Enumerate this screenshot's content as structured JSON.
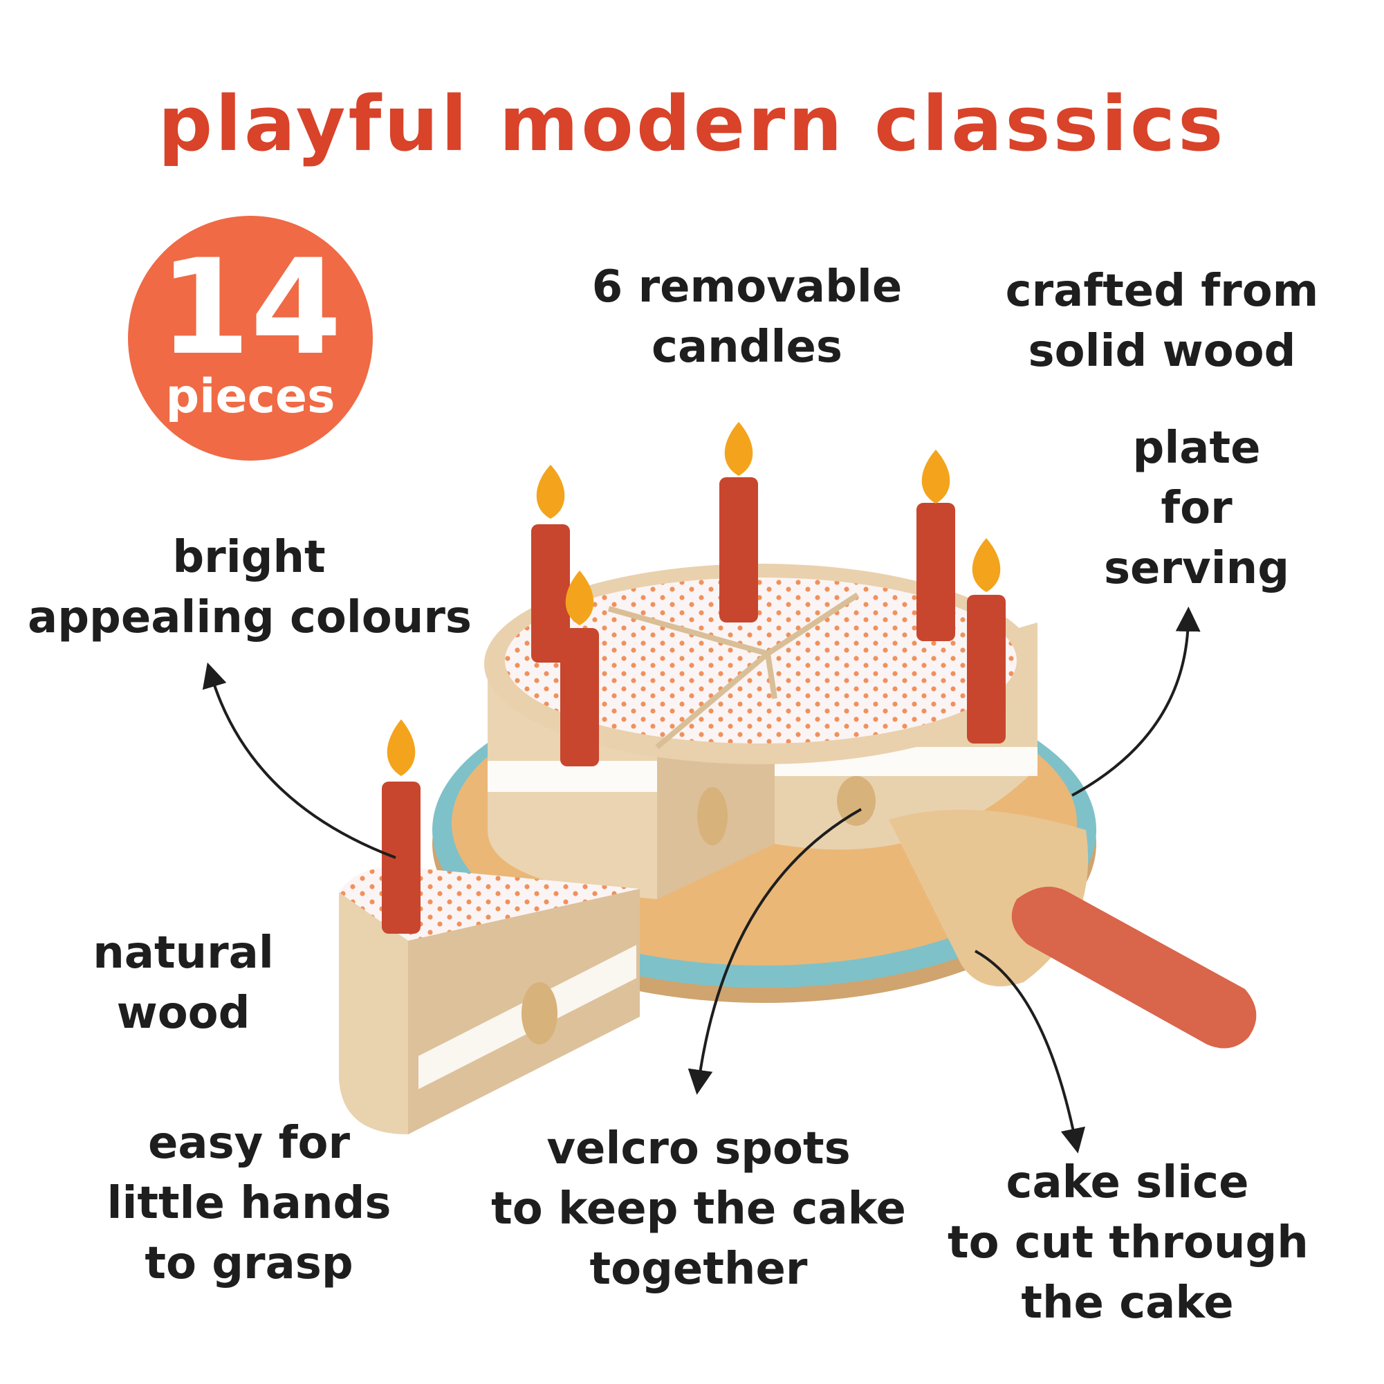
{
  "title": "playful modern classics",
  "badge": {
    "number": "14",
    "unit": "pieces"
  },
  "features": {
    "candles": [
      "6 removable",
      "candles"
    ],
    "wood": [
      "crafted from",
      "solid wood"
    ],
    "plate": [
      "plate",
      "for",
      "serving"
    ],
    "colours": [
      "bright",
      "appealing colours"
    ],
    "natural": [
      "natural",
      "wood"
    ],
    "grasp": [
      "easy for",
      "little hands",
      "to grasp"
    ],
    "velcro": [
      "velcro spots",
      "to keep the cake",
      "together"
    ],
    "slice": [
      "cake slice",
      "to cut through",
      "the cake"
    ]
  },
  "colors": {
    "accent": "#d8432a",
    "badge": "#ef6a45",
    "text": "#1e1e1e",
    "plate_rim": "#7fc1c8",
    "candle": "#c8462e",
    "flame": "#f3a41c",
    "wood": "#ecd9b8"
  }
}
